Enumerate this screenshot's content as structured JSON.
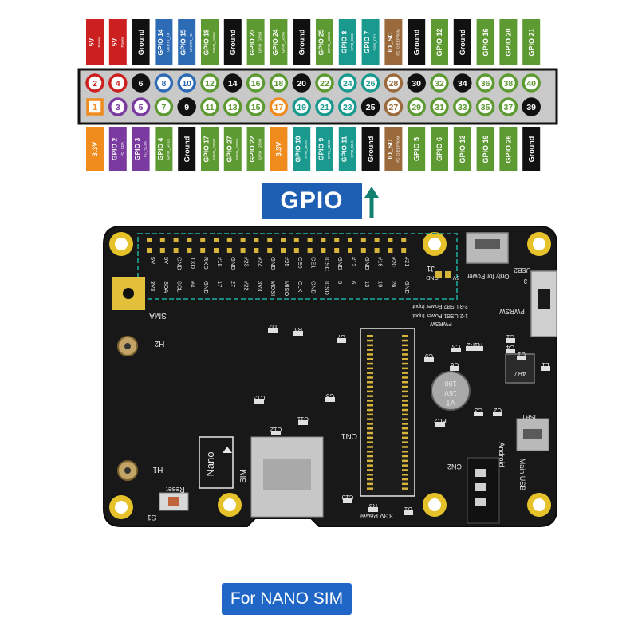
{
  "top_labels": [
    {
      "name": "5V",
      "sub": "Power",
      "color": "#cc1f1f"
    },
    {
      "name": "5V",
      "sub": "Power",
      "color": "#cc1f1f"
    },
    {
      "name": "Ground",
      "sub": "",
      "color": "#111111"
    },
    {
      "name": "GPIO 14",
      "sub": "UART0_TX",
      "color": "#2d6bb5"
    },
    {
      "name": "GPIO 15",
      "sub": "UART0_RX",
      "color": "#2d6bb5"
    },
    {
      "name": "GPIO 18",
      "sub": "GPIO_GEN1",
      "color": "#5e9a32"
    },
    {
      "name": "Ground",
      "sub": "",
      "color": "#111111"
    },
    {
      "name": "GPIO 23",
      "sub": "GPIO_GEN4",
      "color": "#5e9a32"
    },
    {
      "name": "GPIO 24",
      "sub": "GPIO_GEN5",
      "color": "#5e9a32"
    },
    {
      "name": "Ground",
      "sub": "",
      "color": "#111111"
    },
    {
      "name": "GPIO 25",
      "sub": "GPIO_GEN6",
      "color": "#5e9a32"
    },
    {
      "name": "GPIO 8",
      "sub": "SPI0_CE0",
      "color": "#1a9a8f"
    },
    {
      "name": "GPIO 7",
      "sub": "SPI0_CE1",
      "color": "#1a9a8f"
    },
    {
      "name": "ID_SC",
      "sub": "I²C ID EEPROM",
      "color": "#9a6a3c"
    },
    {
      "name": "Ground",
      "sub": "",
      "color": "#111111"
    },
    {
      "name": "GPIO 12",
      "sub": "",
      "color": "#5e9a32"
    },
    {
      "name": "Ground",
      "sub": "",
      "color": "#111111"
    },
    {
      "name": "GPIO 16",
      "sub": "",
      "color": "#5e9a32"
    },
    {
      "name": "GPIO 20",
      "sub": "",
      "color": "#5e9a32"
    },
    {
      "name": "GPIO 21",
      "sub": "",
      "color": "#5e9a32"
    }
  ],
  "bottom_labels": [
    {
      "name": "3.3V",
      "sub": "",
      "color": "#f08c1e"
    },
    {
      "name": "GPIO 2",
      "sub": "I²C_SDA",
      "color": "#7a3aa0"
    },
    {
      "name": "GPIO 3",
      "sub": "I²C_SCLK",
      "color": "#7a3aa0"
    },
    {
      "name": "GPIO 4",
      "sub": "GPIO_GCLK",
      "color": "#5e9a32"
    },
    {
      "name": "Ground",
      "sub": "",
      "color": "#111111"
    },
    {
      "name": "GPIO 17",
      "sub": "GPIO_GEN0",
      "color": "#5e9a32"
    },
    {
      "name": "GPIO 27",
      "sub": "GPIO_GEN2",
      "color": "#5e9a32"
    },
    {
      "name": "GPIO 22",
      "sub": "GPIO_GEN3",
      "color": "#5e9a32"
    },
    {
      "name": "3.3V",
      "sub": "",
      "color": "#f08c1e"
    },
    {
      "name": "GPIO 10",
      "sub": "SPI0_MOSI",
      "color": "#1a9a8f"
    },
    {
      "name": "GPIO 9",
      "sub": "SPI0_MISO",
      "color": "#1a9a8f"
    },
    {
      "name": "GPIO 11",
      "sub": "SPI0_CLK",
      "color": "#1a9a8f"
    },
    {
      "name": "Ground",
      "sub": "",
      "color": "#111111"
    },
    {
      "name": "ID_SD",
      "sub": "I²C ID EEPROM",
      "color": "#9a6a3c"
    },
    {
      "name": "GPIO 5",
      "sub": "",
      "color": "#5e9a32"
    },
    {
      "name": "GPIO 6",
      "sub": "",
      "color": "#5e9a32"
    },
    {
      "name": "GPIO 13",
      "sub": "",
      "color": "#5e9a32"
    },
    {
      "name": "GPIO 19",
      "sub": "",
      "color": "#5e9a32"
    },
    {
      "name": "GPIO 26",
      "sub": "",
      "color": "#5e9a32"
    },
    {
      "name": "Ground",
      "sub": "",
      "color": "#111111"
    }
  ],
  "even_pins": [
    "2",
    "4",
    "6",
    "8",
    "10",
    "12",
    "14",
    "16",
    "18",
    "20",
    "22",
    "24",
    "26",
    "28",
    "30",
    "32",
    "34",
    "36",
    "38",
    "40"
  ],
  "odd_pins": [
    "1",
    "3",
    "5",
    "7",
    "9",
    "11",
    "13",
    "15",
    "17",
    "19",
    "21",
    "23",
    "25",
    "27",
    "29",
    "31",
    "33",
    "35",
    "37",
    "39"
  ],
  "gpio_badge": "GPIO",
  "sim_badge": "For NANO SIM",
  "board": {
    "silk_top_row": [
      "5V",
      "5V",
      "GND",
      "TXD",
      "RXD",
      "#18",
      "GND",
      "#23",
      "#24",
      "GND",
      "#25",
      "CE0",
      "CE1",
      "IDSC",
      "GND",
      "#12",
      "GND",
      "#16",
      "#20",
      "#21"
    ],
    "silk_bottom_row": [
      "3V3",
      "SDA",
      "SCL",
      "#4",
      "GND",
      "17",
      "27",
      "#22",
      "3V3",
      "MOSI",
      "MISO",
      "CLK",
      "GND",
      "IDSD",
      "5",
      "6",
      "13",
      "19",
      "26",
      "GND"
    ],
    "sma": "SMA",
    "h2": "H2",
    "h1": "H1",
    "reset": "Reset",
    "s1": "S1",
    "nano": "Nano",
    "sim": "SIM",
    "cn1": "CN1",
    "cn2": "CN2",
    "usb1": "USB1",
    "usb2": "USB2",
    "android": "Android",
    "main_usb": "Main USB",
    "pwrsw": "PWRSW",
    "only_for_power": "Only for Power",
    "power_input_1": "1-2:USB1 Power Input",
    "power_input_2": "2-3:USB2 Power Input",
    "j1": "J1",
    "gnd": "GND",
    "five_v": "5V",
    "three_v3_power": "3.3V Power",
    "cap_value": "100",
    "cap_volt": "16V",
    "cap_vt": "VT",
    "inductor": "4R7",
    "parts": [
      "C1",
      "C2",
      "C3",
      "C4",
      "C5",
      "C6",
      "C7",
      "C8",
      "C9",
      "C10",
      "C11",
      "C12",
      "C13",
      "R1",
      "R2",
      "R3",
      "R4",
      "D1",
      "D2",
      "U1",
      "L1",
      "EC2",
      "3"
    ]
  }
}
